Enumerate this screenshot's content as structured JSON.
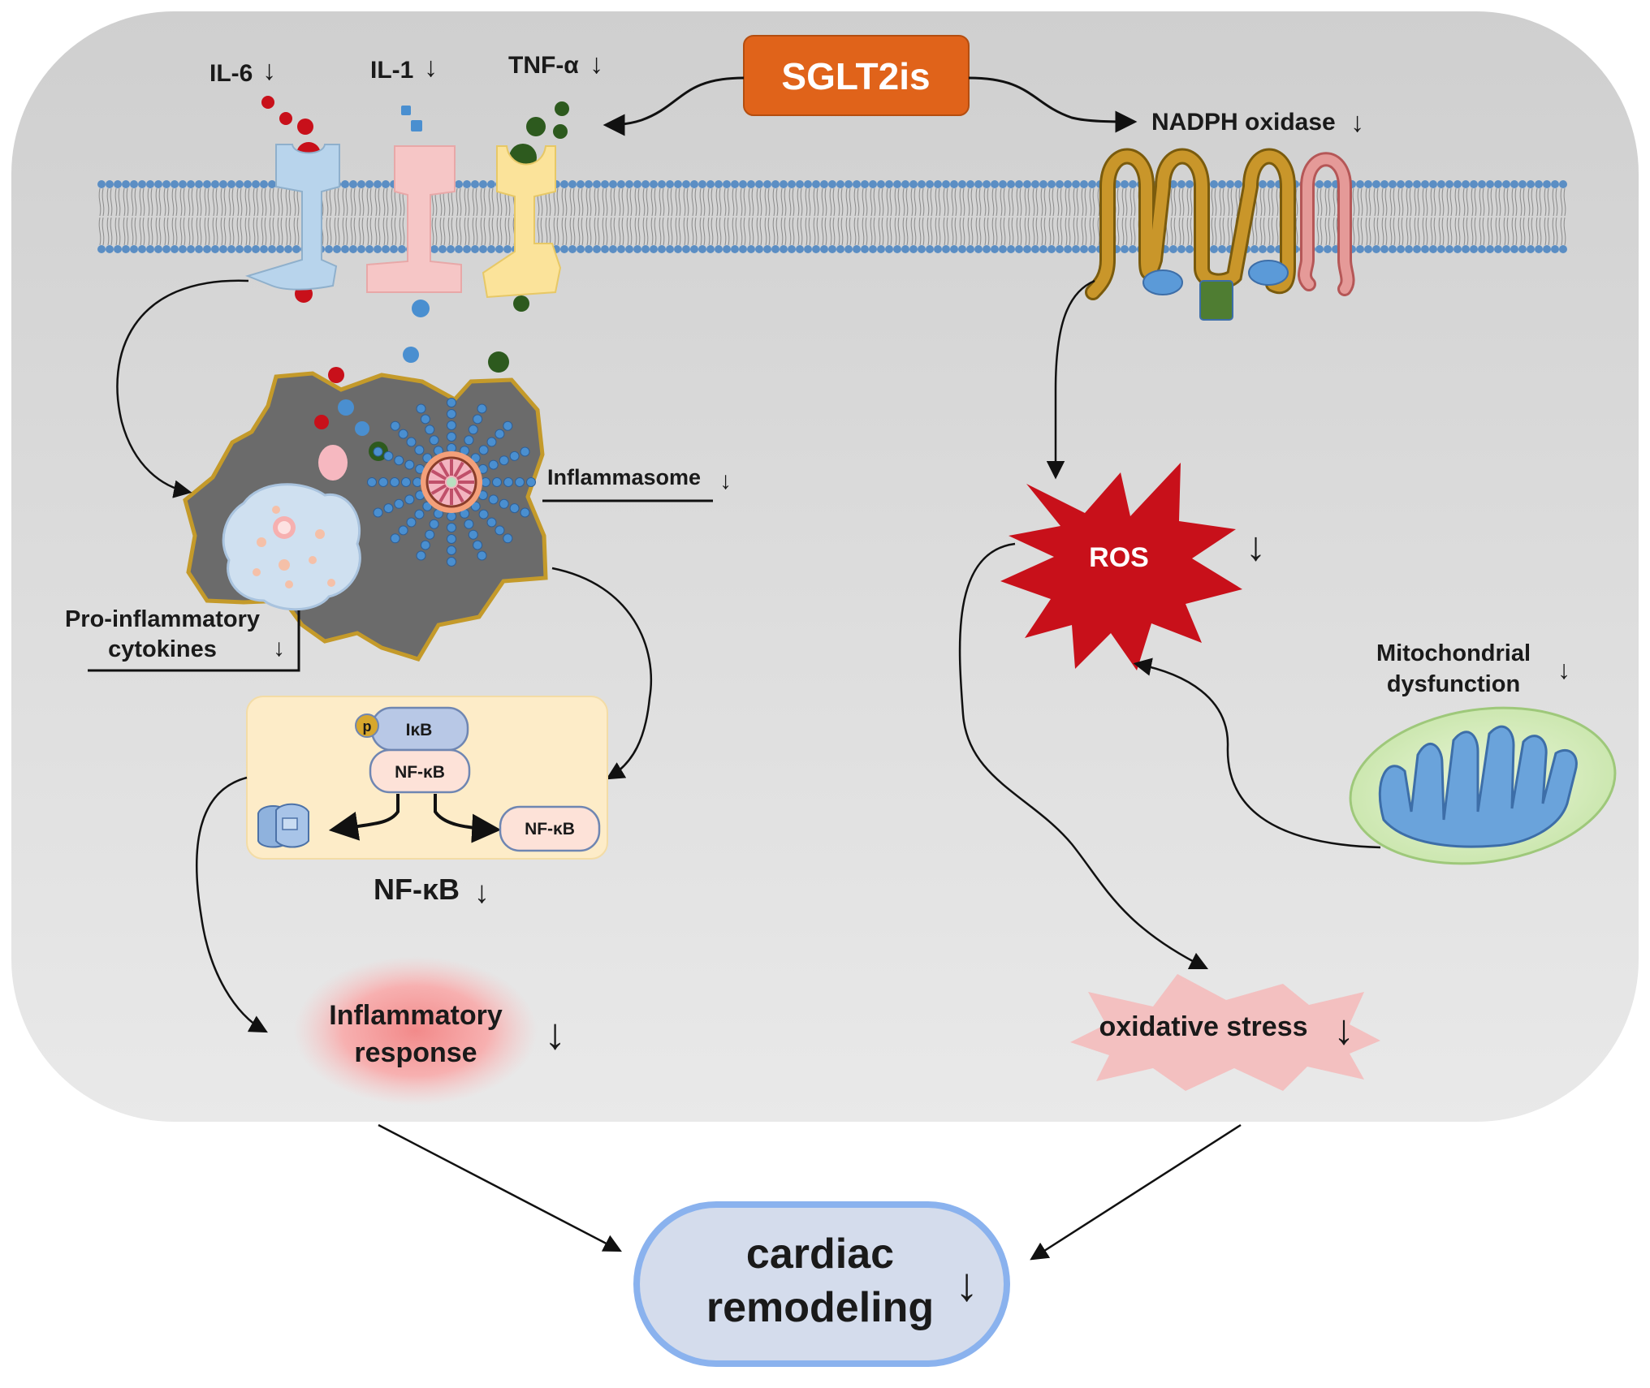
{
  "labels": {
    "sglt2": "SGLT2is",
    "il6": "IL-6",
    "il1": "IL-1",
    "tnf": "TNF-α",
    "nadph": "NADPH oxidase",
    "inflammasome": "Inflammasome",
    "pro_line1": "Pro-inflammatory",
    "pro_line2": "cytokines",
    "ikb": "IκB",
    "nfkb": "NF-κB",
    "p": "p",
    "nfkb_caption": "NF-κB",
    "ros": "ROS",
    "mito_line1": "Mitochondrial",
    "mito_line2": "dysfunction",
    "inflam_line1": "Inflammatory",
    "inflam_line2": "response",
    "oxidative": "oxidative stress",
    "cardiac_line1": "cardiac",
    "cardiac_line2": "remodeling",
    "down": "↓"
  },
  "colors": {
    "sglt2_box": "#e0631a",
    "il6": "#c8101a",
    "il1": "#4a8fd0",
    "tnf": "#2d5a1e",
    "ros": "#c8101a",
    "membrane": "#5b8ec4",
    "nadph": "#c9962a",
    "nfkb_panel": "#fdecc8"
  }
}
